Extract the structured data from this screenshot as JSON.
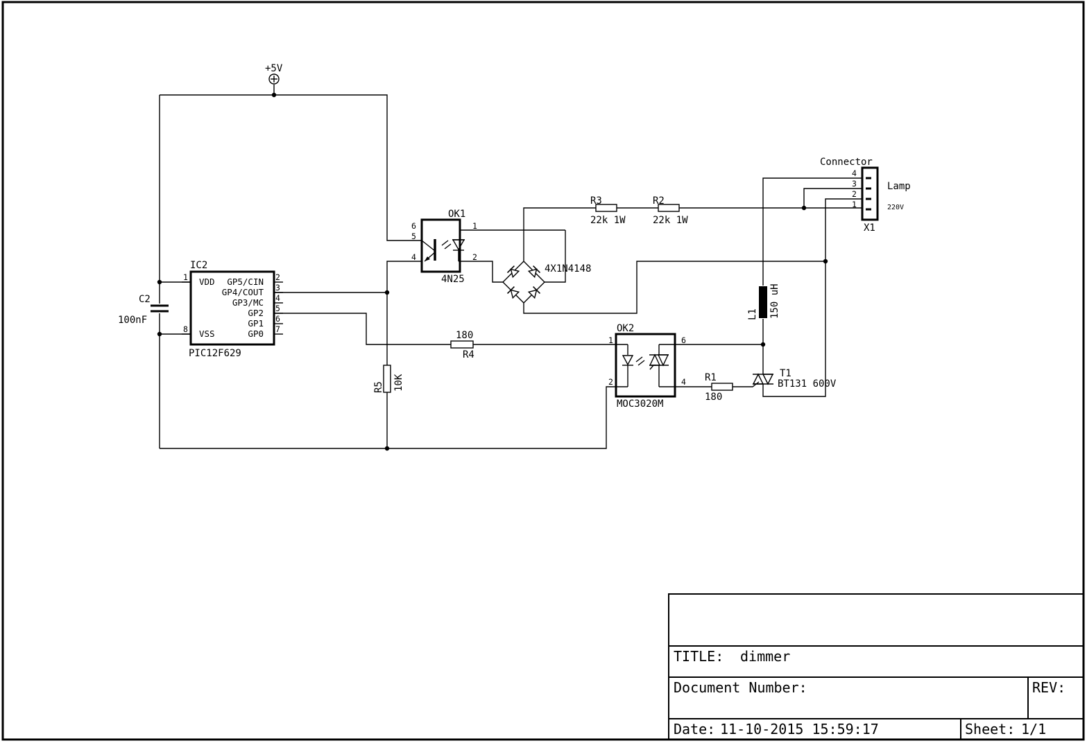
{
  "supply": {
    "label": "+5V"
  },
  "ic2": {
    "ref": "IC2",
    "part": "PIC12F629",
    "left_pins": [
      {
        "num": "1",
        "name": "VDD"
      },
      {
        "num": "8",
        "name": "VSS"
      }
    ],
    "right_pins": [
      {
        "num": "2",
        "name": "GP5/CIN"
      },
      {
        "num": "3",
        "name": "GP4/COUT"
      },
      {
        "num": "4",
        "name": "GP3/MC"
      },
      {
        "num": "5",
        "name": "GP2"
      },
      {
        "num": "6",
        "name": "GP1"
      },
      {
        "num": "7",
        "name": "GP0"
      }
    ]
  },
  "c2": {
    "ref": "C2",
    "value": "100nF"
  },
  "ok1": {
    "ref": "OK1",
    "part": "4N25",
    "pins": [
      "6",
      "5",
      "4",
      "1",
      "2"
    ]
  },
  "bridge": {
    "label": "4X1N4148"
  },
  "r3": {
    "ref": "R3",
    "value": "22k 1W"
  },
  "r2": {
    "ref": "R2",
    "value": "22k 1W"
  },
  "r4": {
    "ref": "R4",
    "value": "180"
  },
  "r5": {
    "ref": "R5",
    "value": "10K"
  },
  "r1": {
    "ref": "R1",
    "value": "180"
  },
  "ok2": {
    "ref": "OK2",
    "part": "MOC3020M",
    "pins": [
      "1",
      "2",
      "6",
      "4"
    ]
  },
  "l1": {
    "ref": "L1",
    "value": "150 uH"
  },
  "t1": {
    "ref": "T1",
    "part": "BT131 600V"
  },
  "x1": {
    "ref": "X1",
    "title": "Connector",
    "pins": [
      "4",
      "3",
      "2",
      "1"
    ],
    "lamp_label": "Lamp",
    "voltage_label": "220V"
  },
  "title_block": {
    "title_label": "TITLE:",
    "title_value": "dimmer",
    "docnum_label": "Document Number:",
    "rev_label": "REV:",
    "date_label": "Date:",
    "date_value": "11-10-2015 15:59:17",
    "sheet_label": "Sheet:",
    "sheet_value": "1/1"
  }
}
